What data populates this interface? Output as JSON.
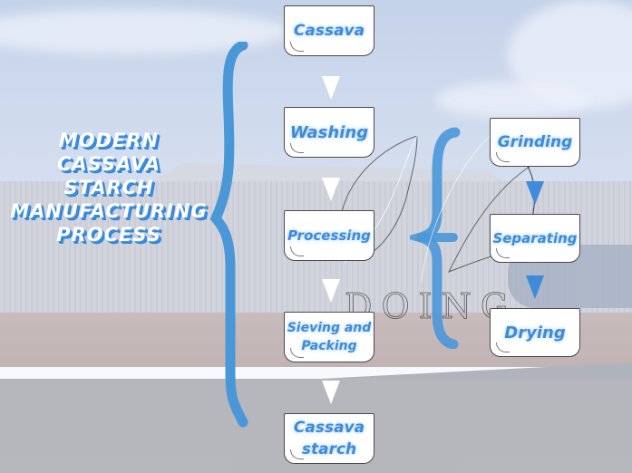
{
  "diagram": {
    "title_lines": [
      "Modern",
      "cassava",
      "starch",
      "manufacturing",
      "process"
    ],
    "main_flow": [
      {
        "label": "Cassava"
      },
      {
        "label": "Washing"
      },
      {
        "label": "Processing"
      },
      {
        "label_lines": [
          "Sieving and",
          "Packing"
        ]
      },
      {
        "label_lines": [
          "Cassava",
          "starch"
        ]
      }
    ],
    "sub_flow": [
      {
        "label": "Grinding"
      },
      {
        "label": "Separating"
      },
      {
        "label": "Drying"
      }
    ],
    "watermark": "DOING",
    "colors": {
      "accent_blue": "#3d8bd9",
      "brace_blue": "#4a97d8",
      "box_fill": "#ffffff",
      "box_border": "#4a4a4a",
      "main_arrow": "#ffffff",
      "sub_arrow": "#3d8bd9",
      "title_text": "#ffffff",
      "title_shadow": "#3a8fe0"
    }
  }
}
